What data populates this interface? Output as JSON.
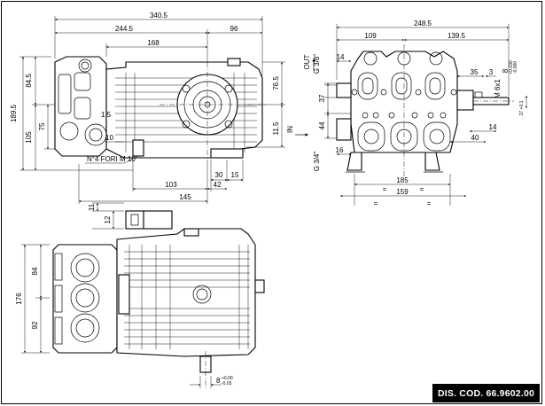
{
  "drawing_code": "DIS. COD. 66.9602.00",
  "side_view": {
    "dims": {
      "overall_length": "340.5",
      "length_244": "244.5",
      "length_168": "168",
      "length_96": "96",
      "height_189": "189.5",
      "height_84": "84.5",
      "height_105": "105",
      "height_75": "75",
      "height_76": "76.5",
      "height_11": "11.5",
      "dim_1_5": "1.5",
      "dim_10": "10",
      "dim_103": "103",
      "dim_145": "145",
      "dim_30": "30",
      "dim_42": "42",
      "dim_15": "15"
    },
    "note_holes": "N°4 FORI M 10"
  },
  "end_view": {
    "dims": {
      "width_248": "248.5",
      "width_109": "109",
      "width_139": "139.5",
      "dim_14_top": "14",
      "dim_35": "35",
      "dim_3": "3",
      "dim_37": "37",
      "dim_44": "44",
      "dim_16": "16",
      "dim_40": "40",
      "dim_14_right": "14",
      "dim_185": "185",
      "dim_159": "159",
      "eq_mark": "=",
      "thread": "M 6x1",
      "tol_key": "8 ",
      "tol_key_upper": "+0.030",
      "tol_key_lower": "-0.000",
      "shaft_dim": "27 +0.1"
    },
    "outlet_label": "OUT",
    "outlet_thread": "G 3/8\"",
    "inlet_label": "IN",
    "inlet_thread": "G 3/4\""
  },
  "foot_detail": {
    "dims": {
      "dim_11": "11",
      "dim_12": "12"
    }
  },
  "top_view": {
    "dims": {
      "width_176": "176",
      "width_84": "84",
      "width_92": "92",
      "key_width": "8",
      "key_tol_upper": "+0.00",
      "key_tol_lower": "-0.03"
    }
  }
}
